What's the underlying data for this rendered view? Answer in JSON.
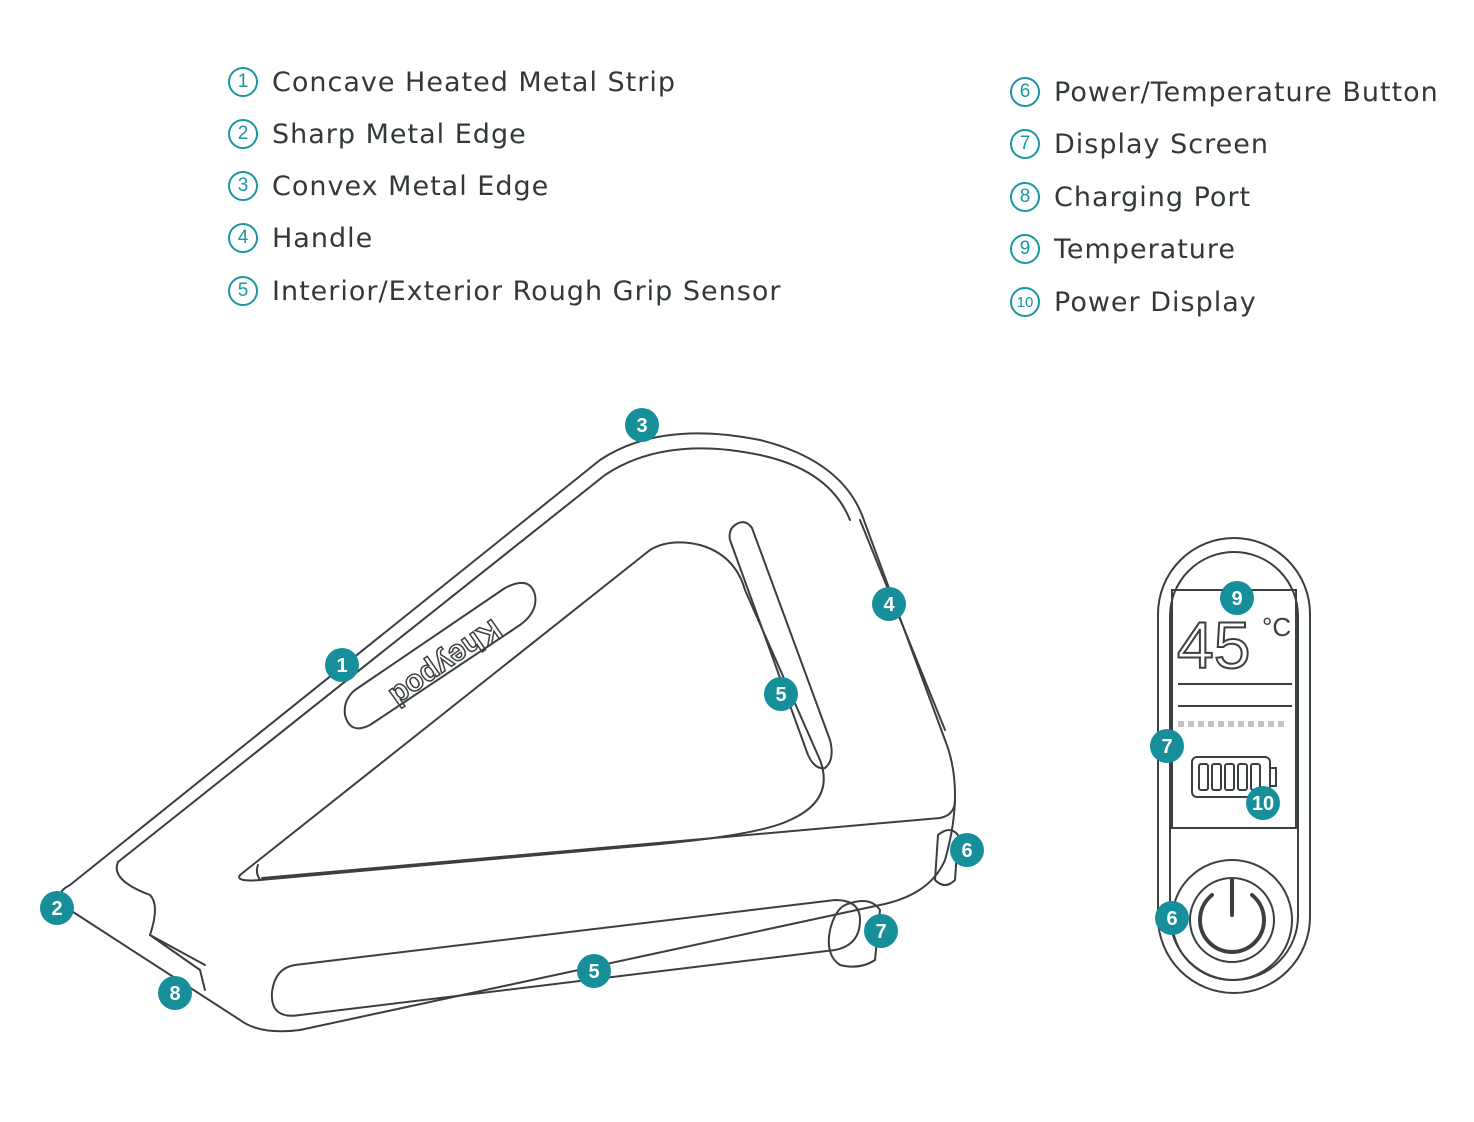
{
  "legend_left": [
    {
      "num": "1",
      "label": "Concave Heated Metal Strip"
    },
    {
      "num": "2",
      "label": "Sharp Metal Edge"
    },
    {
      "num": "3",
      "label": "Convex Metal Edge"
    },
    {
      "num": "4",
      "label": "Handle"
    },
    {
      "num": "5",
      "label": "Interior/Exterior Rough Grip Sensor"
    }
  ],
  "legend_right": [
    {
      "num": "6",
      "label": "Power/Temperature Button"
    },
    {
      "num": "7",
      "label": "Display Screen"
    },
    {
      "num": "8",
      "label": "Charging Port"
    },
    {
      "num": "9",
      "label": "Temperature"
    },
    {
      "num": "10",
      "label": "Power Display"
    }
  ],
  "device": {
    "brand_text": "Kheypod",
    "markers": [
      "1",
      "2",
      "3",
      "4",
      "5",
      "5",
      "6",
      "7",
      "8"
    ]
  },
  "display_panel": {
    "temperature_value": "45",
    "temperature_unit": "°C",
    "battery_level": 1.0,
    "markers": [
      "9",
      "7",
      "10",
      "6"
    ]
  },
  "colors": {
    "accent": "#168f9b",
    "line": "#3a3f42"
  }
}
